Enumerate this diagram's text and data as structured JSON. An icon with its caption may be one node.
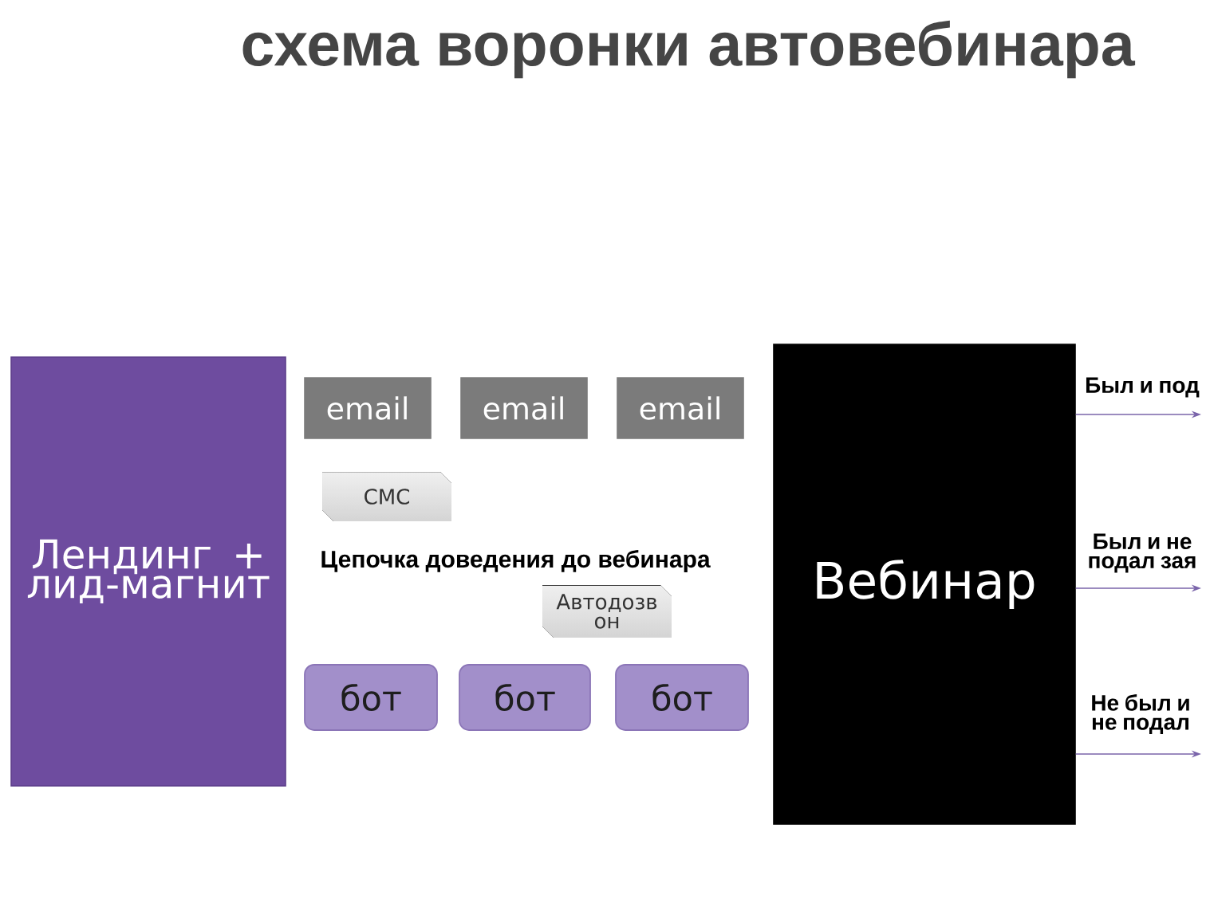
{
  "diagram": {
    "title": "схема воронки автовебинара",
    "nodes": [
      {
        "text": [
          "Лендинг + лид-магнит"
        ]
      },
      {
        "text": [
          "email"
        ]
      },
      {
        "text": [
          "email"
        ]
      },
      {
        "text": [
          "email"
        ]
      },
      {
        "text": [
          "СМС"
        ]
      },
      {
        "text": [
          "Автодозв он"
        ]
      },
      {
        "text": [
          "бот"
        ]
      },
      {
        "text": [
          "бот"
        ]
      },
      {
        "text": [
          "бот"
        ]
      },
      {
        "text": [
          "Вебинар"
        ]
      }
    ],
    "edges": [
      {
        "from": 9,
        "to": null,
        "arrow": "to",
        "label": "Был и под"
      },
      {
        "from": 9,
        "to": null,
        "arrow": "to",
        "label": "Был и не подал зая"
      },
      {
        "from": 9,
        "to": null,
        "arrow": "to",
        "label": "Не был и не подал"
      }
    ],
    "labels": [
      "Цепочка доведения до вебинара"
    ]
  }
}
